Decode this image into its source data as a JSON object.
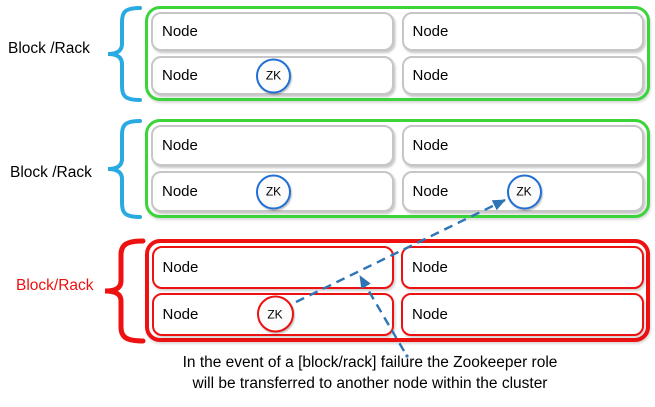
{
  "blocks": [
    {
      "label": "Block /Rack",
      "label_color": "#000000",
      "border_color": "#3bd43b",
      "nodes": [
        {
          "label": "Node",
          "zk": false
        },
        {
          "label": "Node",
          "zk": false
        },
        {
          "label": "Node",
          "zk": true,
          "zk_color": "blue"
        },
        {
          "label": "Node",
          "zk": false
        }
      ]
    },
    {
      "label": "Block /Rack",
      "label_color": "#000000",
      "border_color": "#3bd43b",
      "nodes": [
        {
          "label": "Node",
          "zk": false
        },
        {
          "label": "Node",
          "zk": false
        },
        {
          "label": "Node",
          "zk": true,
          "zk_color": "blue"
        },
        {
          "label": "Node",
          "zk": true,
          "zk_color": "blue"
        }
      ]
    },
    {
      "label": "Block/Rack",
      "label_color": "#ee1111",
      "border_color": "#ee1111",
      "nodes": [
        {
          "label": "Node",
          "zk": false
        },
        {
          "label": "Node",
          "zk": false
        },
        {
          "label": "Node",
          "zk": true,
          "zk_color": "red"
        },
        {
          "label": "Node",
          "zk": false
        }
      ]
    }
  ],
  "zk_label": "ZK",
  "caption": {
    "line1": "In the event of a [block/rack] failure the Zookeeper role",
    "line2": "will be transferred to another node within the cluster"
  },
  "colors": {
    "rack_green": "#3bd43b",
    "rack_red": "#ee1111",
    "brace_blue": "#29abe2",
    "zk_blue": "#1f6fd6",
    "arrow_blue": "#2e75b6",
    "node_border_gray": "#c6c6c6"
  }
}
